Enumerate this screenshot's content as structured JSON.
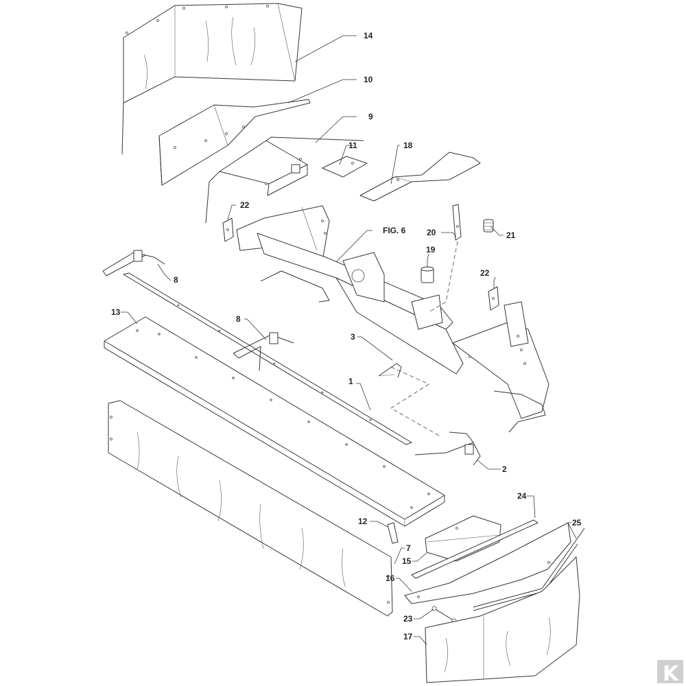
{
  "labels": {
    "p14": "14",
    "p10": "10",
    "p9": "9",
    "p11": "11",
    "p18": "18",
    "p22a": "22",
    "fig6": "FIG. 6",
    "p20": "20",
    "p21": "21",
    "p19": "19",
    "p8a": "8",
    "p22b": "22",
    "p13": "13",
    "p8b": "8",
    "p3": "3",
    "p1": "1",
    "p2": "2",
    "p24": "24",
    "p25": "25",
    "p12": "12",
    "p7": "7",
    "p15": "15",
    "p16": "16",
    "p23": "23",
    "p17": "17"
  },
  "logo": "K"
}
